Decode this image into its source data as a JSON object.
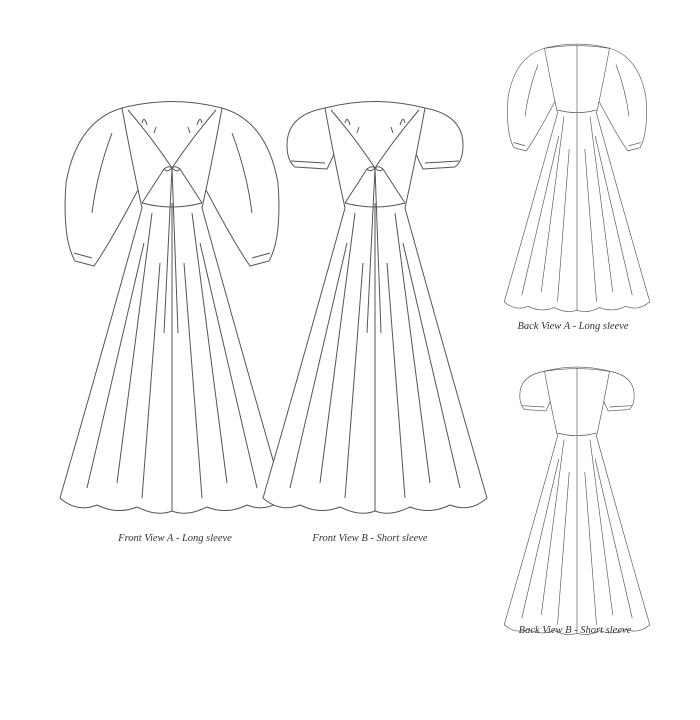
{
  "figures": [
    {
      "caption": "Front View A - Long sleeve",
      "view": "front",
      "sleeve": "long"
    },
    {
      "caption": "Front View B - Short sleeve",
      "view": "front",
      "sleeve": "short"
    },
    {
      "caption": "Back View A - Long sleeve",
      "view": "back",
      "sleeve": "long"
    },
    {
      "caption": "Back View B - Short sleeve",
      "view": "back",
      "sleeve": "short"
    }
  ],
  "line_color": "#555555"
}
